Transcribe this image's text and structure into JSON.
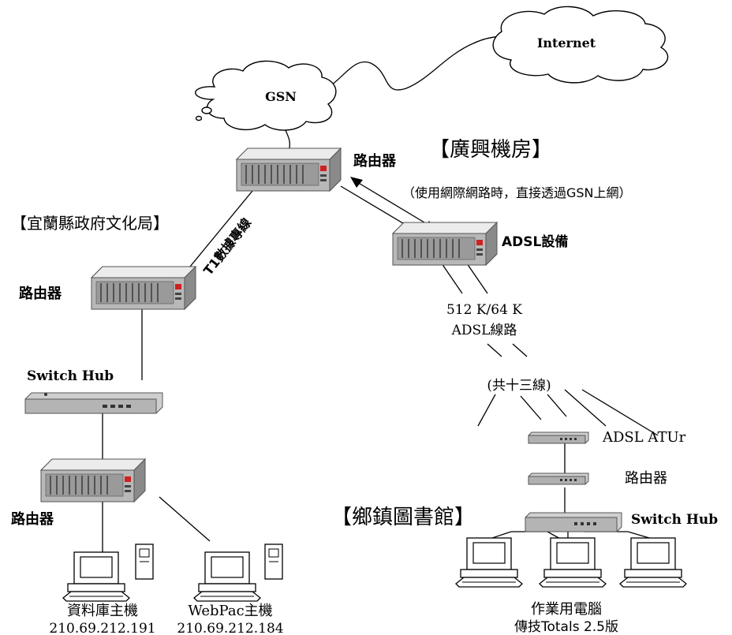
{
  "clouds": {
    "internet": "Internet",
    "gsn": "GSN"
  },
  "sections": {
    "guangxing": "【廣興機房】",
    "yilan": "【宜蘭縣政府文化局】",
    "township": "【鄉鎮圖書館】"
  },
  "labels": {
    "router_top": "路由器",
    "router_note": "（使用網際網路時，直接透過GSN上網）",
    "adsl_device": "ADSL設備",
    "t1_line": "T1數據專線",
    "router_left": "路由器",
    "adsl_speed": "512 K/64 K",
    "adsl_line": "ADSL線路",
    "line_count": "(共十三線)",
    "switch_hub_left": "Switch Hub",
    "adsl_atur": "ADSL ATUr",
    "router_right": "路由器",
    "router_bottom_left": "路由器",
    "switch_hub_right": "Switch Hub",
    "db_host_name": "資料庫主機",
    "db_host_ip": "210.69.212.191",
    "webpac_host_name": "WebPac主機",
    "webpac_host_ip": "210.69.212.184",
    "work_pc_name": "作業用電腦",
    "work_pc_sw": "傳技Totals 2.5版"
  },
  "colors": {
    "device_face": "#b8b8b8",
    "device_light": "#e0e0e0",
    "device_dark": "#707070",
    "accent_red": "#d02020",
    "line": "#000000"
  }
}
